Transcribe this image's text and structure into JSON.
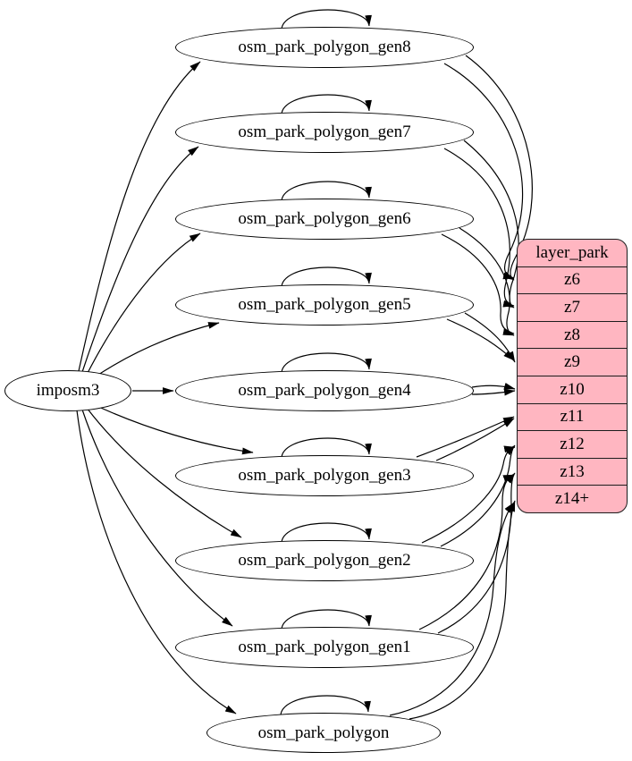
{
  "diagram": {
    "source": {
      "label": "imposm3"
    },
    "nodes": [
      {
        "label": "osm_park_polygon_gen8",
        "zoom_target": "z6"
      },
      {
        "label": "osm_park_polygon_gen7",
        "zoom_target": "z7"
      },
      {
        "label": "osm_park_polygon_gen6",
        "zoom_target": "z8"
      },
      {
        "label": "osm_park_polygon_gen5",
        "zoom_target": "z9"
      },
      {
        "label": "osm_park_polygon_gen4",
        "zoom_target": "z10"
      },
      {
        "label": "osm_park_polygon_gen3",
        "zoom_target": "z11"
      },
      {
        "label": "osm_park_polygon_gen2",
        "zoom_target": "z12"
      },
      {
        "label": "osm_park_polygon_gen1",
        "zoom_target": "z13"
      },
      {
        "label": "osm_park_polygon",
        "zoom_target": "z14+"
      }
    ],
    "layer_table": {
      "title": "layer_park",
      "rows": [
        "z6",
        "z7",
        "z8",
        "z9",
        "z10",
        "z11",
        "z12",
        "z13",
        "z14+"
      ]
    },
    "edges": {
      "from_source_to": [
        "osm_park_polygon_gen8",
        "osm_park_polygon_gen7",
        "osm_park_polygon_gen6",
        "osm_park_polygon_gen5",
        "osm_park_polygon_gen4",
        "osm_park_polygon_gen3",
        "osm_park_polygon_gen2",
        "osm_park_polygon_gen1",
        "osm_park_polygon"
      ],
      "self_loops": [
        "osm_park_polygon_gen8",
        "osm_park_polygon_gen7",
        "osm_park_polygon_gen6",
        "osm_park_polygon_gen5",
        "osm_park_polygon_gen4",
        "osm_park_polygon_gen3",
        "osm_park_polygon_gen2",
        "osm_park_polygon_gen1",
        "osm_park_polygon"
      ],
      "to_layer_rows_doubled": [
        {
          "from": "osm_park_polygon_gen8",
          "to": "z6"
        },
        {
          "from": "osm_park_polygon_gen7",
          "to": "z7"
        },
        {
          "from": "osm_park_polygon_gen6",
          "to": "z8"
        },
        {
          "from": "osm_park_polygon_gen5",
          "to": "z9"
        },
        {
          "from": "osm_park_polygon_gen4",
          "to": "z10"
        },
        {
          "from": "osm_park_polygon_gen3",
          "to": "z11"
        },
        {
          "from": "osm_park_polygon_gen2",
          "to": "z12"
        },
        {
          "from": "osm_park_polygon_gen1",
          "to": "z13"
        },
        {
          "from": "osm_park_polygon",
          "to": "z14+"
        }
      ]
    },
    "colors": {
      "table_fill": "#ffb6c1",
      "node_fill": "#ffffff",
      "stroke": "#000000"
    }
  }
}
